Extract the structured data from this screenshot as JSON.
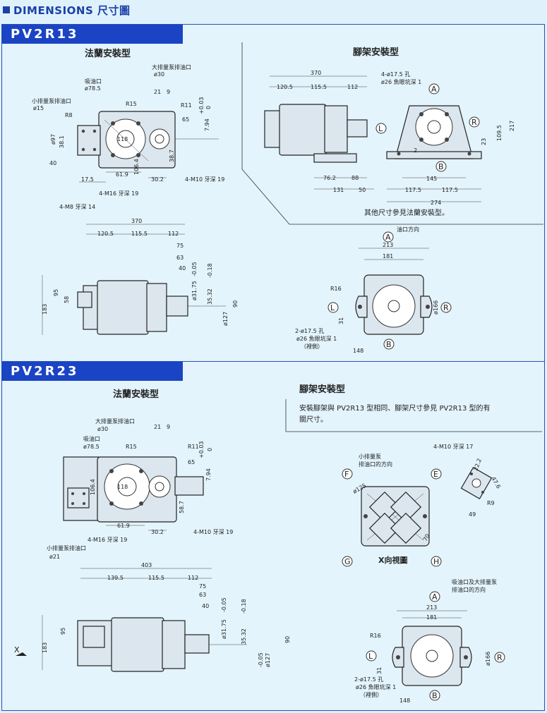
{
  "header": {
    "title": "DIMENSIONS 尺寸圖"
  },
  "sections": [
    {
      "tag": "PV2R13",
      "flange_title": "法蘭安裝型",
      "foot_title": "腳架安裝型",
      "foot_note": "其他尺寸參見法蘭安裝型。"
    },
    {
      "tag": "PV2R23",
      "flange_title": "法蘭安裝型",
      "foot_title": "腳架安裝型",
      "foot_desc_1": "安裝腳架與 PV2R13 型相同、腳架尺寸參見 PV2R13 型的有",
      "foot_desc_2": "關尺寸。",
      "xview_title": "X向視圖"
    }
  ],
  "labels13": {
    "big_pump_port": "大排量泵排油口",
    "d30": "ø30",
    "suction": "吸油口",
    "d785": "ø78.5",
    "small_pump_port": "小排量泵排油口",
    "d15": "ø15",
    "r15": "R15",
    "r11": "R11",
    "r8": "R8",
    "d21": "21",
    "d9": "9",
    "d65": "65",
    "d794": "7.94",
    "tol03": "+0.03",
    "tol0": "0",
    "d97": "ø97",
    "d381": "38.1",
    "d40": "40",
    "d118": "118",
    "d619": "61.9",
    "d1064": "106.4",
    "d175": "17.5",
    "m16": "4-M16 牙深 19",
    "d302": "30.2",
    "m10": "4-M10 牙深 19",
    "d387": "38.7",
    "m8": "4-M8 牙深 14",
    "d370": "370",
    "d1205": "120.5",
    "d1155": "115.5",
    "d112": "112",
    "d75": "75",
    "d63": "63",
    "d40b": "40",
    "d3175": "ø31.75",
    "tm005": "-0.05",
    "d3532": "35.32",
    "tm018": "-0.18",
    "d127": "ø127",
    "d90": "90",
    "d183": "183",
    "d95": "95",
    "d58": "58",
    "f_d370": "370",
    "f_d1205": "120.5",
    "f_d1155": "115.5",
    "f_d112": "112",
    "f_hole": "4-ø17.5 孔",
    "f_cb": "ø26 魚眼坑深 1",
    "f_762": "76.2",
    "f_88": "88",
    "f_131": "131",
    "f_50": "50",
    "f_2": "2",
    "f_145": "145",
    "f_1175a": "117.5",
    "f_1175b": "117.5",
    "f_274": "274",
    "f_23": "23",
    "f_1095": "109.5",
    "f_217": "217",
    "A": "A",
    "B": "B",
    "L": "L",
    "R": "R",
    "e_oil": "油口方向",
    "e_213": "213",
    "e_181": "181",
    "e_r16": "R16",
    "e_31": "31",
    "e_166": "ø166",
    "e_hole": "2-ø17.5 孔",
    "e_cb": "ø26 魚眼坑深 1",
    "e_back": "（裡側）",
    "e_148": "148"
  },
  "labels23": {
    "big_pump_port": "大排量泵排油口",
    "d30": "ø30",
    "suction": "吸油口",
    "d785": "ø78.5",
    "r15": "R15",
    "r11": "R11",
    "d21": "21",
    "d9": "9",
    "d65": "65",
    "d794": "7.94",
    "tol03": "+0.03",
    "tol0": "0",
    "d1064": "106.4",
    "d118": "118",
    "d619": "61.9",
    "m16": "4-M16 牙深 19",
    "d302": "30.2",
    "d587": "58.7",
    "m10": "4-M10 牙深 19",
    "small_pump_port": "小排量泵排油口",
    "d21b": "ø21",
    "d403": "403",
    "d1395": "139.5",
    "d1155": "115.5",
    "d112": "112",
    "d75": "75",
    "d63": "63",
    "d40": "40",
    "d3175": "ø31.75",
    "tm005": "-0.05",
    "d3532": "35.32",
    "tm018": "-0.18",
    "d127": "ø127",
    "d90": "90",
    "d183": "183",
    "d95": "95",
    "x": "X",
    "xv_small": "小排量泵",
    "xv_small2": "排油口的方向",
    "xv_m10": "4-M10 牙深 17",
    "xv_125": "ø125",
    "xv_222": "22.2",
    "xv_476": "47.6",
    "xv_r9": "R9",
    "xv_49": "49",
    "xv_70": "70",
    "F": "F",
    "E": "E",
    "G": "G",
    "H": "H",
    "f_oil": "吸油口及大排量泵",
    "f_oil2": "排油口的方向",
    "f_213": "213",
    "f_181": "181",
    "f_r16": "R16",
    "f_31": "31",
    "f_166": "ø166",
    "f_hole": "2-ø17.5 孔",
    "f_cb": "ø26 魚眼坑深 1",
    "f_back": "（裡側）",
    "f_148": "148",
    "A": "A",
    "B": "B",
    "L": "L",
    "R": "R"
  },
  "colors": {
    "brand_blue": "#1a44c4",
    "panel_bg": "#e3f4fc",
    "border": "#2a4fb5"
  }
}
